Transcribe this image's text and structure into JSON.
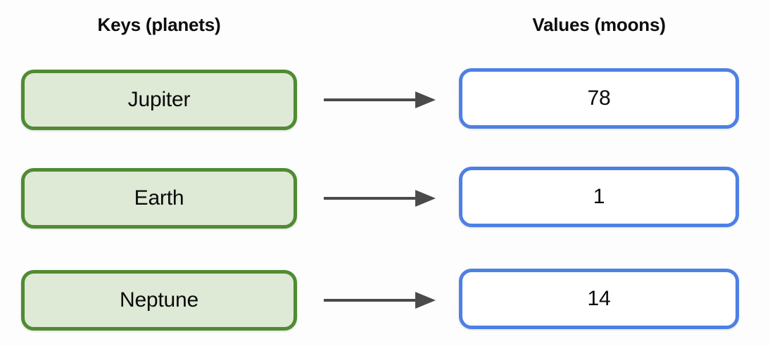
{
  "headers": {
    "keys": "Keys (planets)",
    "values": "Values (moons)"
  },
  "colors": {
    "key_border": "#4f8b32",
    "key_fill": "#dee9d6",
    "value_border": "#4d80e4",
    "value_fill": "#ffffff",
    "arrow": "#4a4a4a",
    "text": "#0a0a0a",
    "background": "#fdfdfd"
  },
  "mappings": [
    {
      "key": "Jupiter",
      "value": "78",
      "arrow": "arrow-right-icon"
    },
    {
      "key": "Earth",
      "value": "1",
      "arrow": "arrow-right-icon"
    },
    {
      "key": "Neptune",
      "value": "14",
      "arrow": "arrow-right-icon"
    }
  ]
}
